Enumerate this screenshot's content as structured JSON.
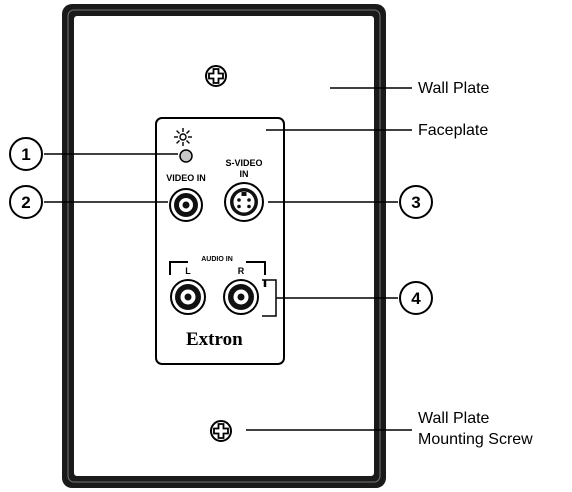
{
  "labels": {
    "wall_plate": "Wall Plate",
    "faceplate": "Faceplate",
    "mounting_screw_line1": "Wall Plate",
    "mounting_screw_line2": "Mounting Screw"
  },
  "panel": {
    "video_in": "VIDEO IN",
    "svideo_line1": "S-VIDEO",
    "svideo_line2": "IN",
    "audio_in": "AUDIO IN",
    "audio_left": "L",
    "audio_right": "R",
    "brand": "Extron"
  },
  "callouts": [
    "1",
    "2",
    "3",
    "4"
  ],
  "icons": [
    "sun-icon",
    "screw-icon"
  ]
}
